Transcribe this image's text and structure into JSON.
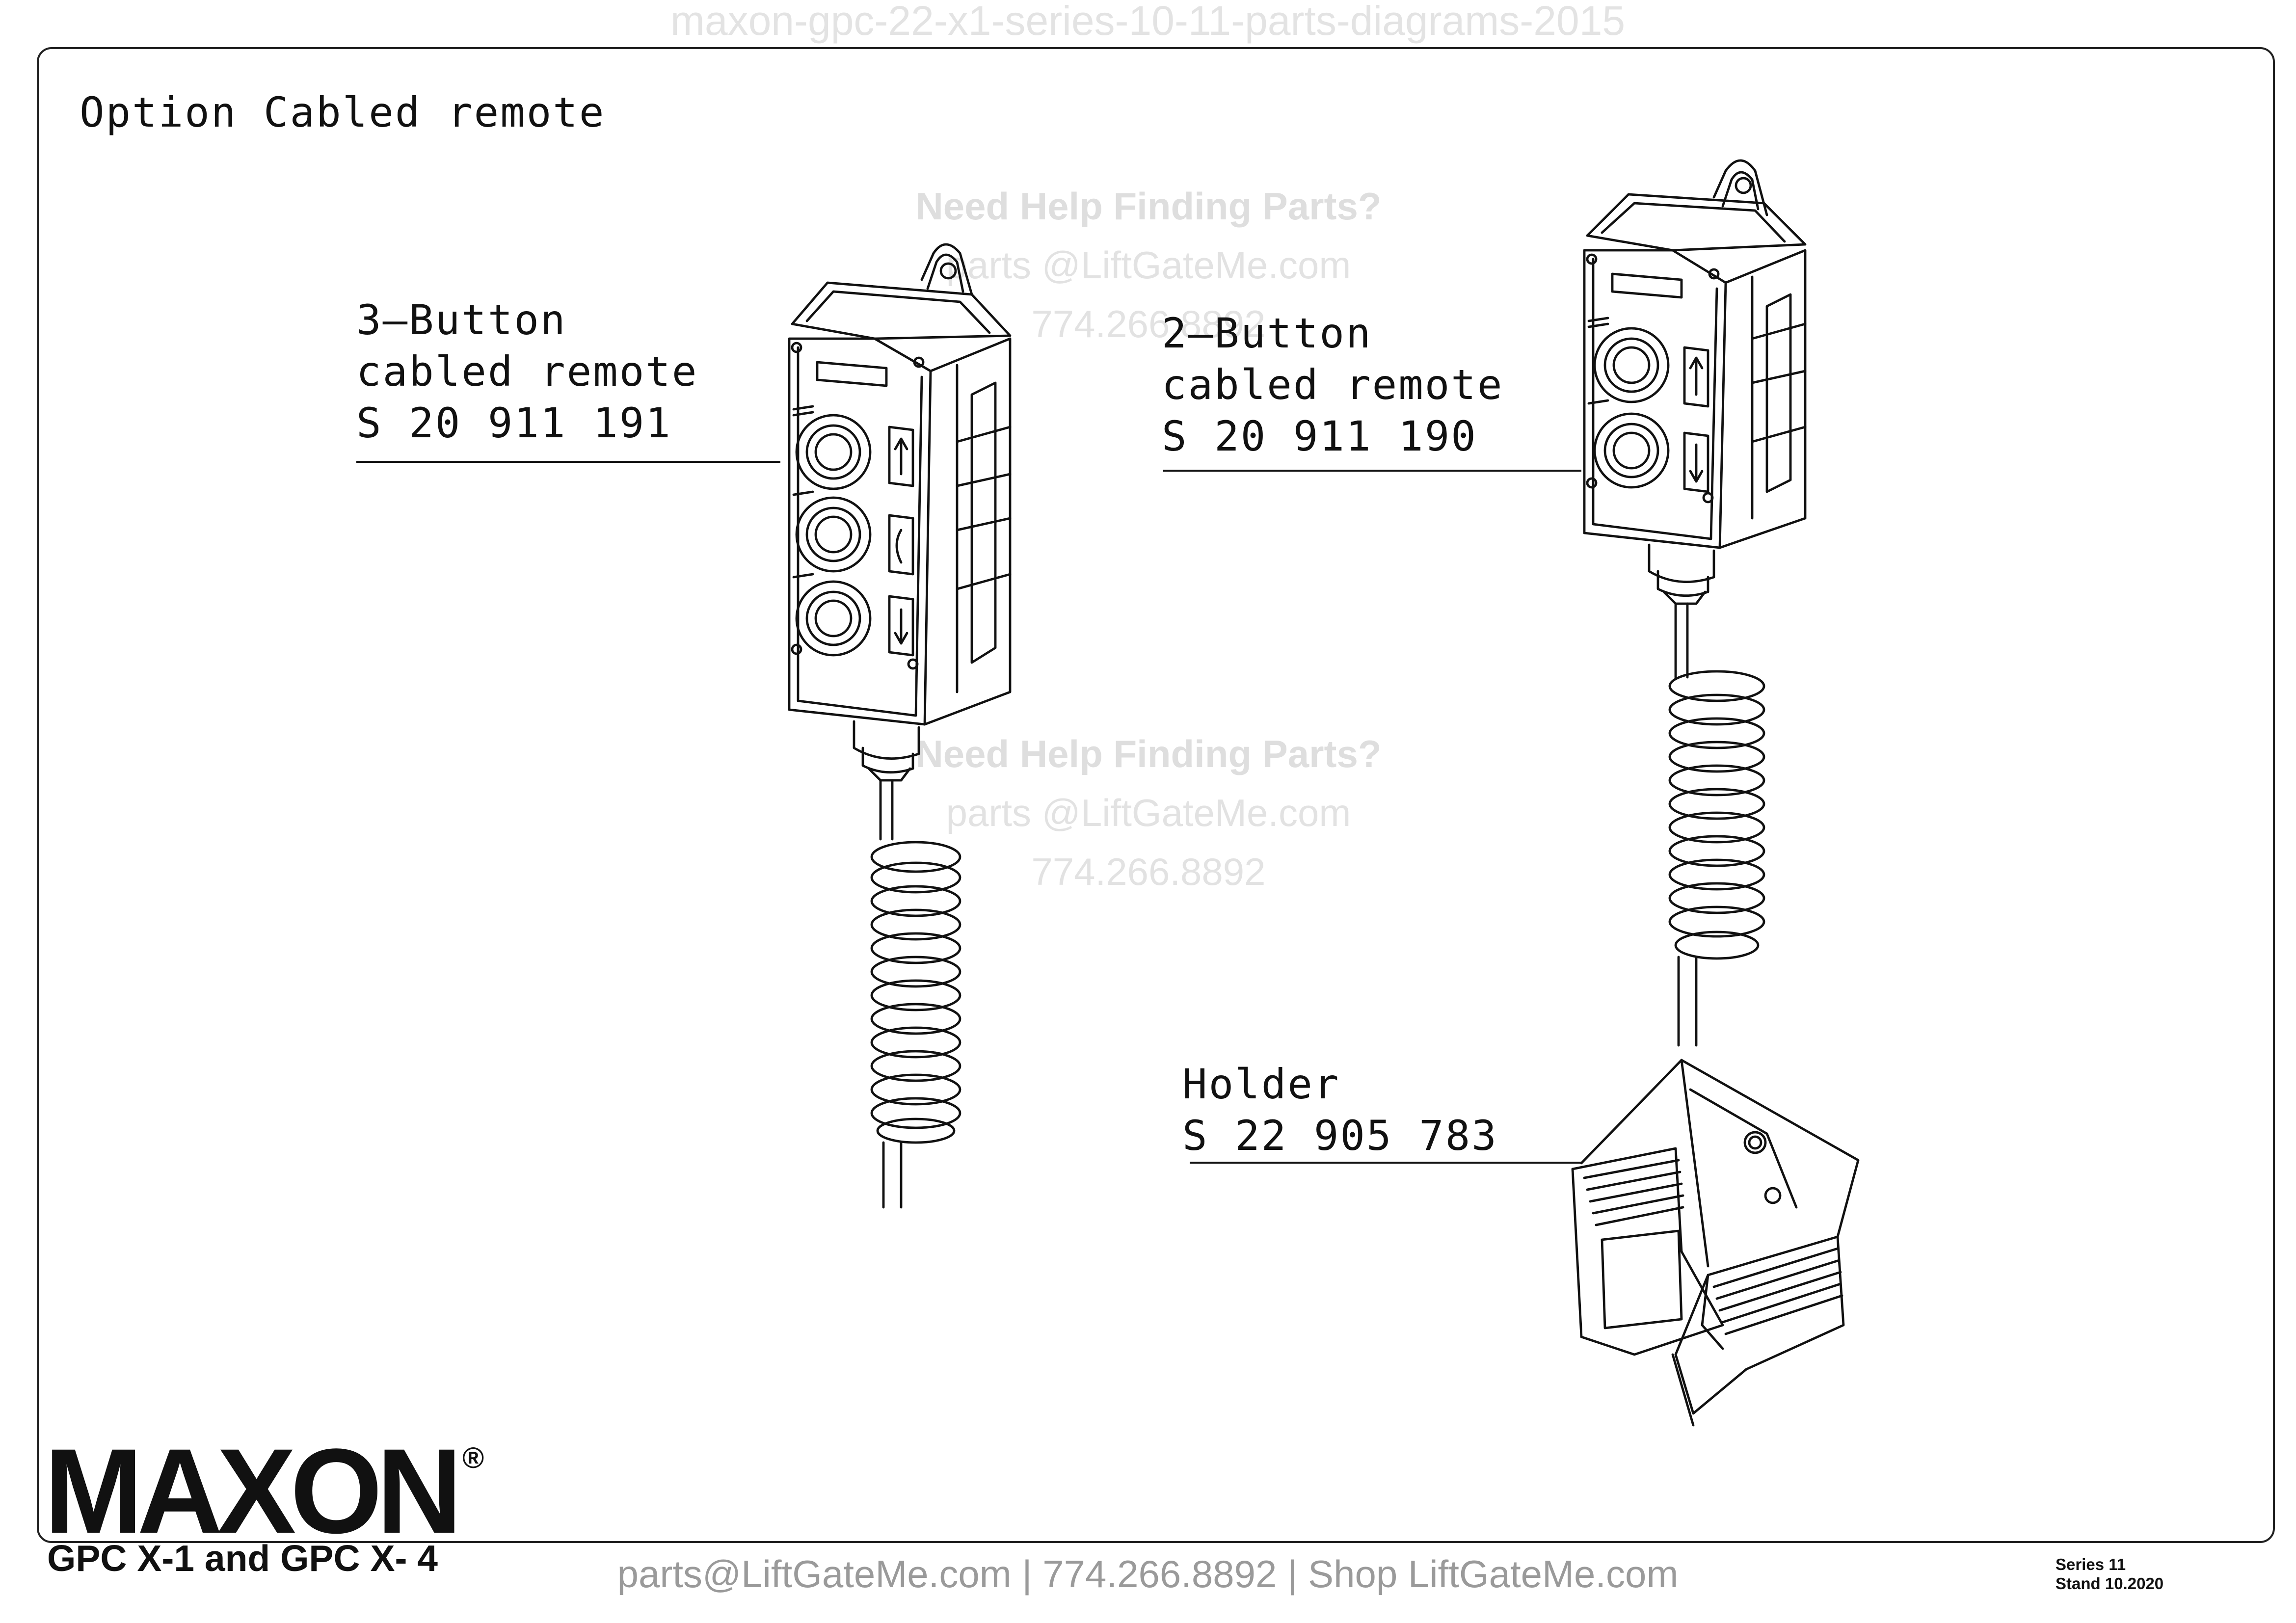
{
  "watermark_top": "maxon-gpc-22-x1-series-10-11-parts-diagrams-2015",
  "watermark_help": {
    "headline": "Need Help Finding Parts?",
    "email": "parts @LiftGateMe.com",
    "phone": "774.266.8892"
  },
  "title": "Option Cabled remote",
  "callouts": {
    "three_button": {
      "line1": "3—Button",
      "line2": "cabled remote",
      "part": "S 20 911 191"
    },
    "two_button": {
      "line1": "2—Button",
      "line2": "cabled remote",
      "part": "S 20 911 190"
    },
    "holder": {
      "line1": "Holder",
      "part": "S 22 905 783"
    }
  },
  "footer": {
    "contact": "parts@LiftGateMe.com | 774.266.8892 | Shop LiftGateMe.com",
    "models": "GPC X-1 and GPC X- 4",
    "series": "Series  11",
    "stand": "Stand  10.2020"
  },
  "logo": {
    "text": "MAXON",
    "mark": "®"
  }
}
